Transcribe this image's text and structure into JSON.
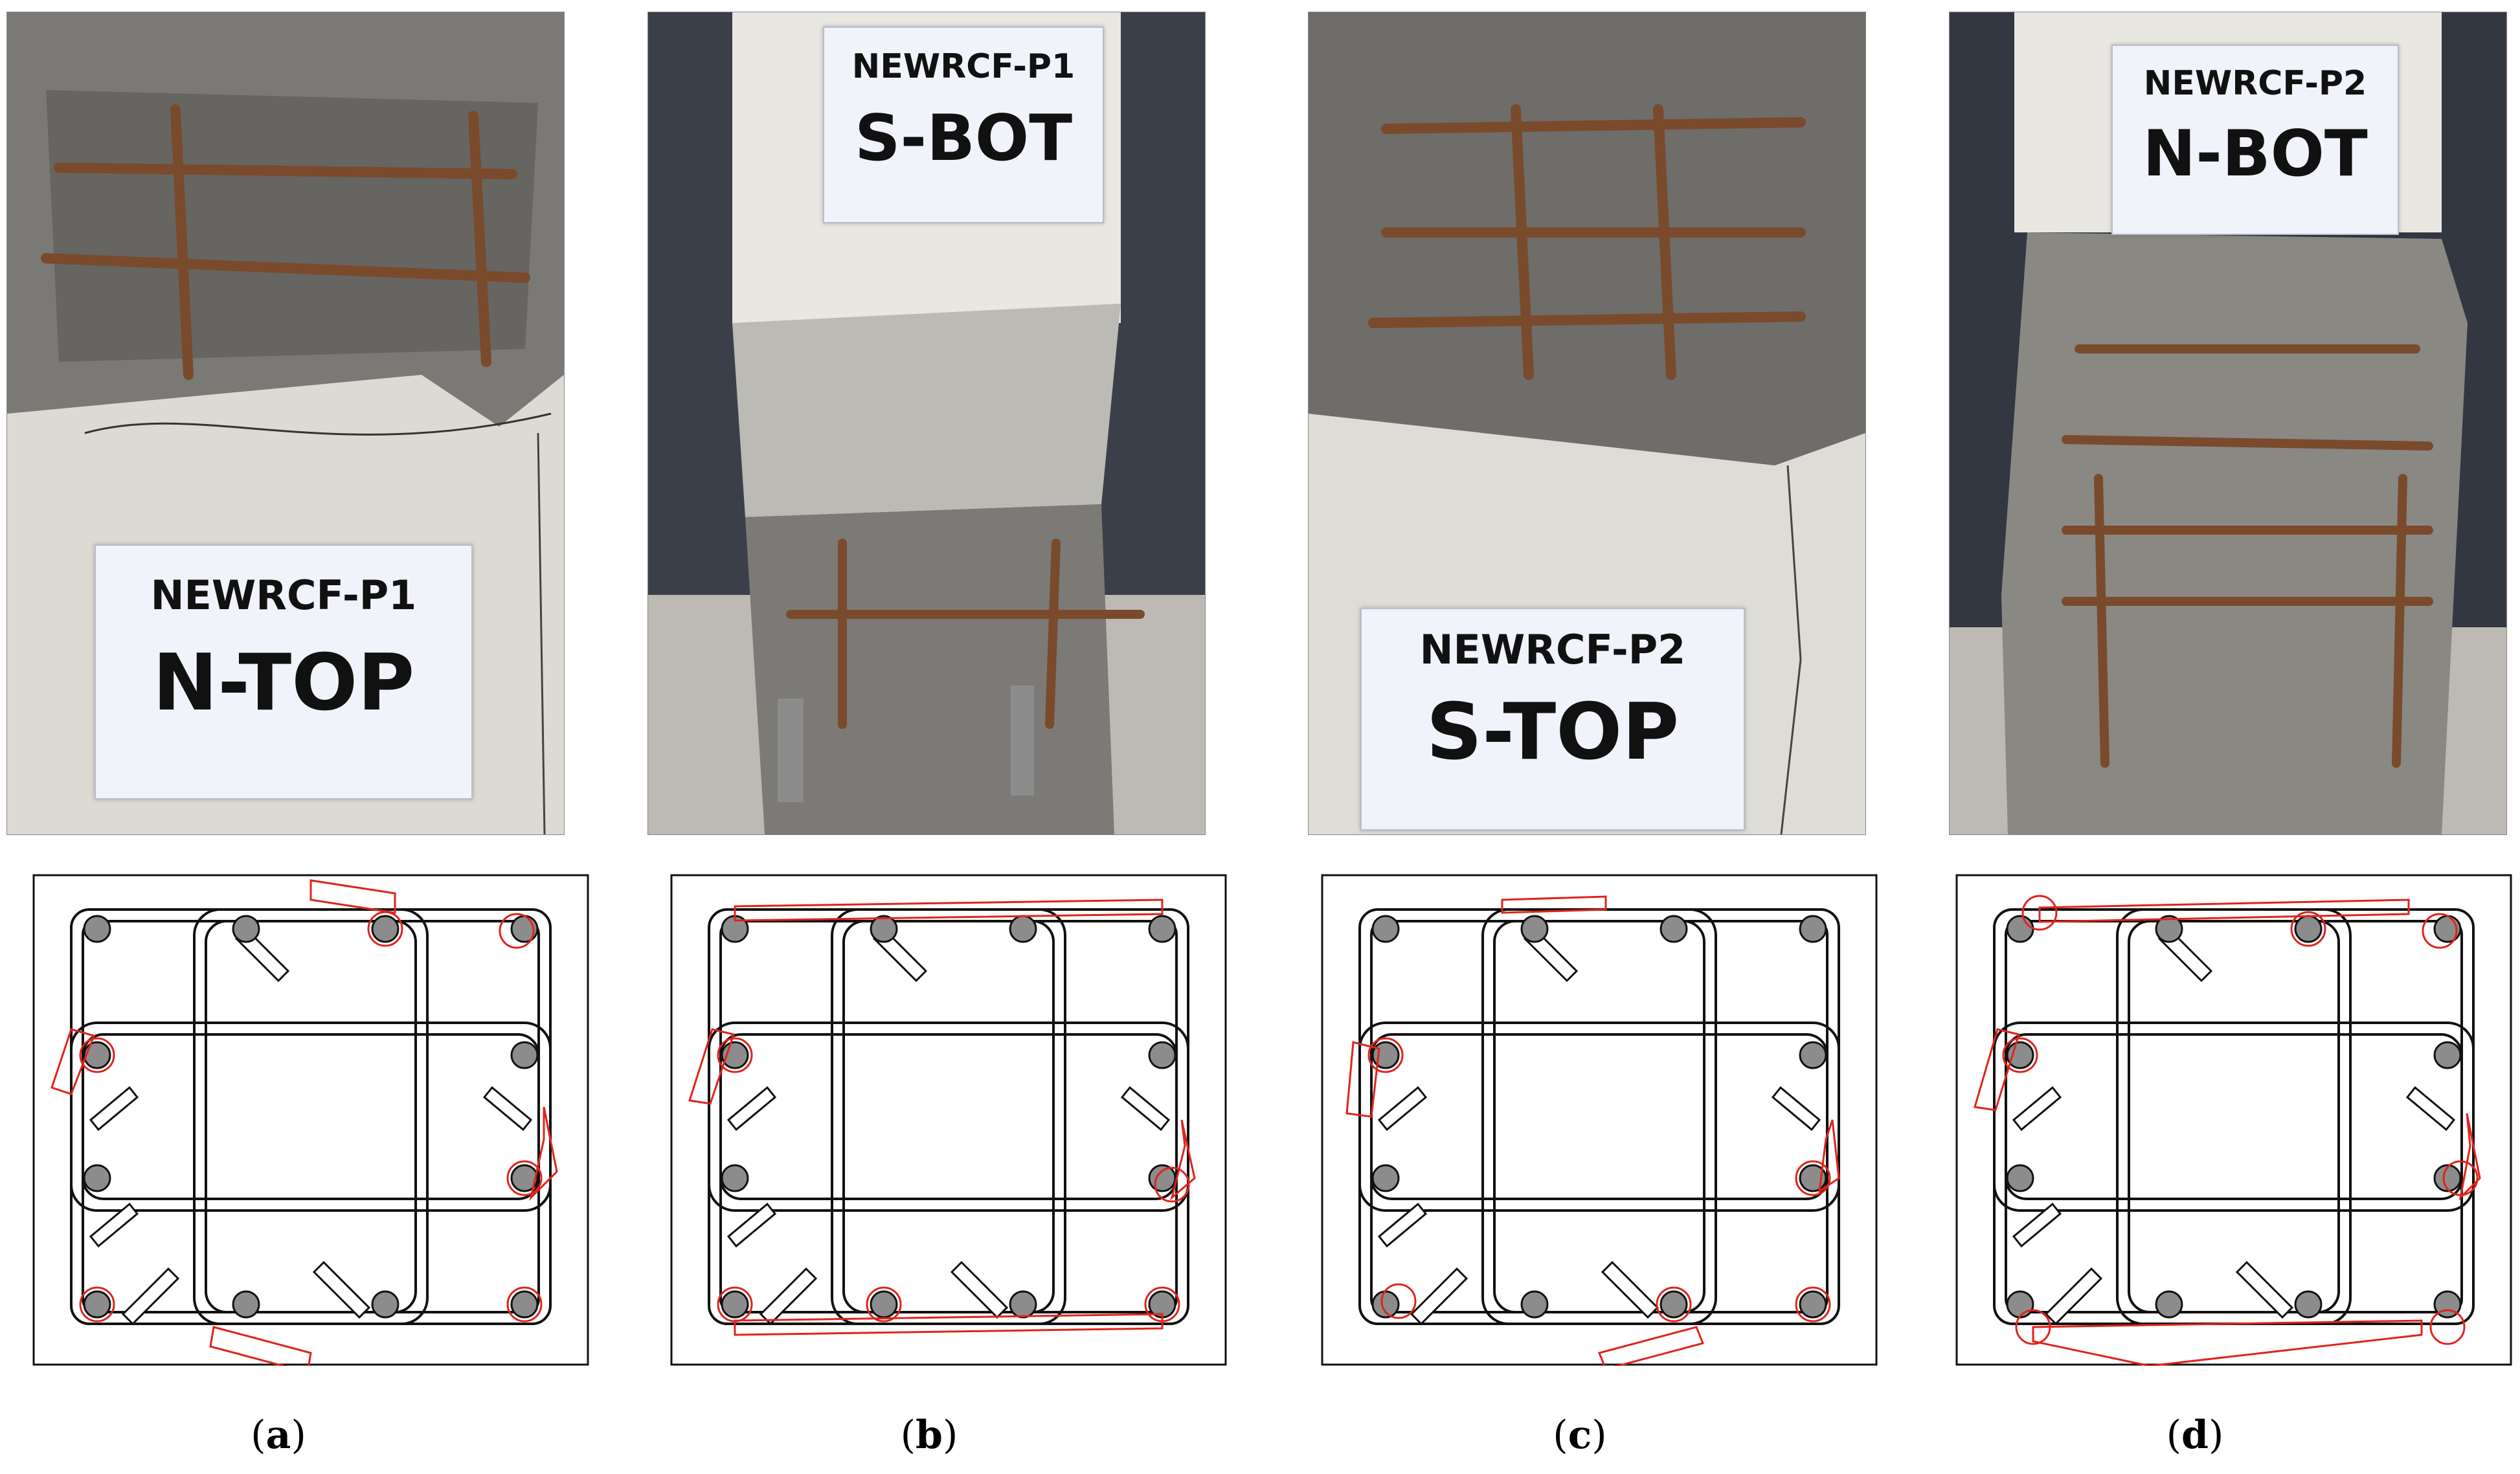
{
  "panels": [
    {
      "id": "a",
      "label": "a",
      "sign_code": "NEWRCF-P1",
      "sign_position": "N-TOP"
    },
    {
      "id": "b",
      "label": "b",
      "sign_code": "NEWRCF-P1",
      "sign_position": "S-BOT"
    },
    {
      "id": "c",
      "label": "c",
      "sign_code": "NEWRCF-P2",
      "sign_position": "S-TOP"
    },
    {
      "id": "d",
      "label": "d",
      "sign_code": "NEWRCF-P2",
      "sign_position": "N-BOT"
    }
  ],
  "colors": {
    "damage_outline": "#e0231b",
    "rebar_fill": "#8c8c8c",
    "concrete": "#d9d6cf",
    "rubble": "#7c7a76",
    "rust": "#7a4a2c"
  }
}
